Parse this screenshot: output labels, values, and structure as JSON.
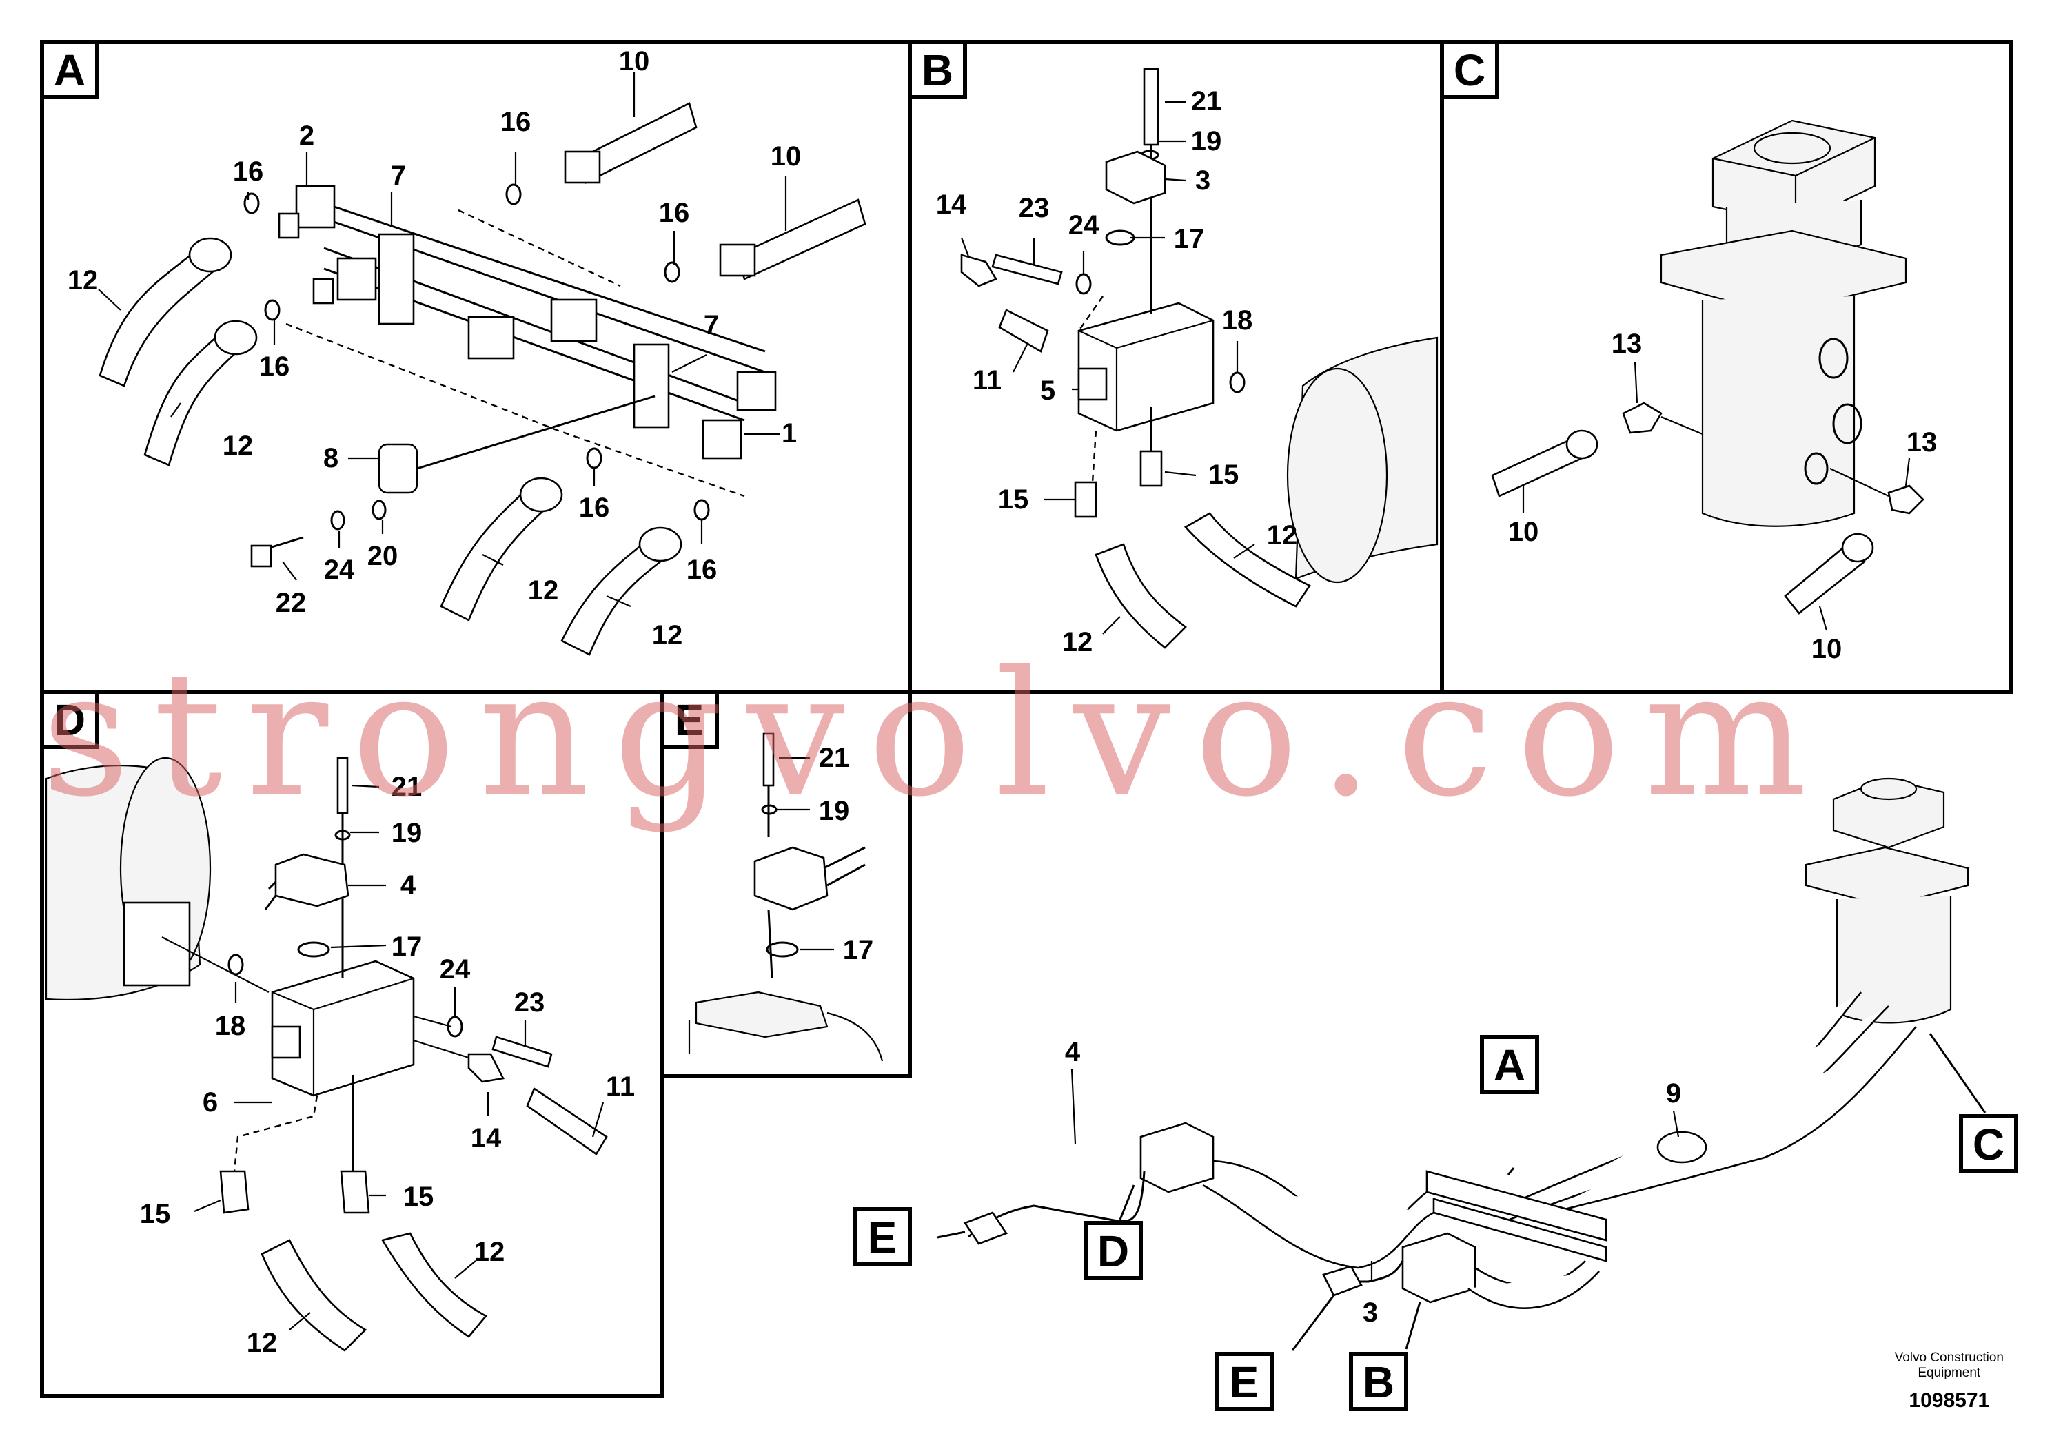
{
  "panels": {
    "A": {
      "letter": "A",
      "callouts": [
        {
          "id": "a10a",
          "text": "10"
        },
        {
          "id": "a16a",
          "text": "16"
        },
        {
          "id": "a10b",
          "text": "10"
        },
        {
          "id": "a2",
          "text": "2"
        },
        {
          "id": "a16b",
          "text": "16"
        },
        {
          "id": "a7a",
          "text": "7"
        },
        {
          "id": "a16c",
          "text": "16"
        },
        {
          "id": "a12a",
          "text": "12"
        },
        {
          "id": "a16d",
          "text": "16"
        },
        {
          "id": "a7b",
          "text": "7"
        },
        {
          "id": "a12b",
          "text": "12"
        },
        {
          "id": "a8",
          "text": "8"
        },
        {
          "id": "a1",
          "text": "1"
        },
        {
          "id": "a16e",
          "text": "16"
        },
        {
          "id": "a16f",
          "text": "16"
        },
        {
          "id": "a20",
          "text": "20"
        },
        {
          "id": "a24",
          "text": "24"
        },
        {
          "id": "a22",
          "text": "22"
        },
        {
          "id": "a12c",
          "text": "12"
        },
        {
          "id": "a12d",
          "text": "12"
        }
      ]
    },
    "B": {
      "letter": "B",
      "callouts": [
        {
          "id": "b21",
          "text": "21"
        },
        {
          "id": "b19",
          "text": "19"
        },
        {
          "id": "b3",
          "text": "3"
        },
        {
          "id": "b14",
          "text": "14"
        },
        {
          "id": "b23",
          "text": "23"
        },
        {
          "id": "b24",
          "text": "24"
        },
        {
          "id": "b17",
          "text": "17"
        },
        {
          "id": "b18",
          "text": "18"
        },
        {
          "id": "b11",
          "text": "11"
        },
        {
          "id": "b5",
          "text": "5"
        },
        {
          "id": "b15a",
          "text": "15"
        },
        {
          "id": "b15b",
          "text": "15"
        },
        {
          "id": "b12a",
          "text": "12"
        },
        {
          "id": "b12b",
          "text": "12"
        }
      ]
    },
    "C": {
      "letter": "C",
      "callouts": [
        {
          "id": "c13a",
          "text": "13"
        },
        {
          "id": "c13b",
          "text": "13"
        },
        {
          "id": "c10a",
          "text": "10"
        },
        {
          "id": "c10b",
          "text": "10"
        }
      ]
    },
    "D": {
      "letter": "D",
      "callouts": [
        {
          "id": "d21",
          "text": "21"
        },
        {
          "id": "d19",
          "text": "19"
        },
        {
          "id": "d4",
          "text": "4"
        },
        {
          "id": "d17",
          "text": "17"
        },
        {
          "id": "d24",
          "text": "24"
        },
        {
          "id": "d23",
          "text": "23"
        },
        {
          "id": "d18",
          "text": "18"
        },
        {
          "id": "d6",
          "text": "6"
        },
        {
          "id": "d11",
          "text": "11"
        },
        {
          "id": "d14",
          "text": "14"
        },
        {
          "id": "d15a",
          "text": "15"
        },
        {
          "id": "d15b",
          "text": "15"
        },
        {
          "id": "d12a",
          "text": "12"
        },
        {
          "id": "d12b",
          "text": "12"
        }
      ]
    },
    "E": {
      "letter": "E",
      "callouts": [
        {
          "id": "e21",
          "text": "21"
        },
        {
          "id": "e19",
          "text": "19"
        },
        {
          "id": "e17",
          "text": "17"
        }
      ]
    }
  },
  "overview": {
    "callouts": [
      {
        "id": "o4",
        "text": "4"
      },
      {
        "id": "o9",
        "text": "9"
      },
      {
        "id": "o3",
        "text": "3"
      }
    ],
    "letters": [
      {
        "id": "oE1",
        "text": "E"
      },
      {
        "id": "oD",
        "text": "D"
      },
      {
        "id": "oA",
        "text": "A"
      },
      {
        "id": "oC",
        "text": "C"
      },
      {
        "id": "oE2",
        "text": "E"
      },
      {
        "id": "oB",
        "text": "B"
      }
    ]
  },
  "footer": {
    "company_line1": "Volvo Construction",
    "company_line2": "Equipment",
    "figure_number": "1098571"
  },
  "watermark": "strongvolvo.com"
}
